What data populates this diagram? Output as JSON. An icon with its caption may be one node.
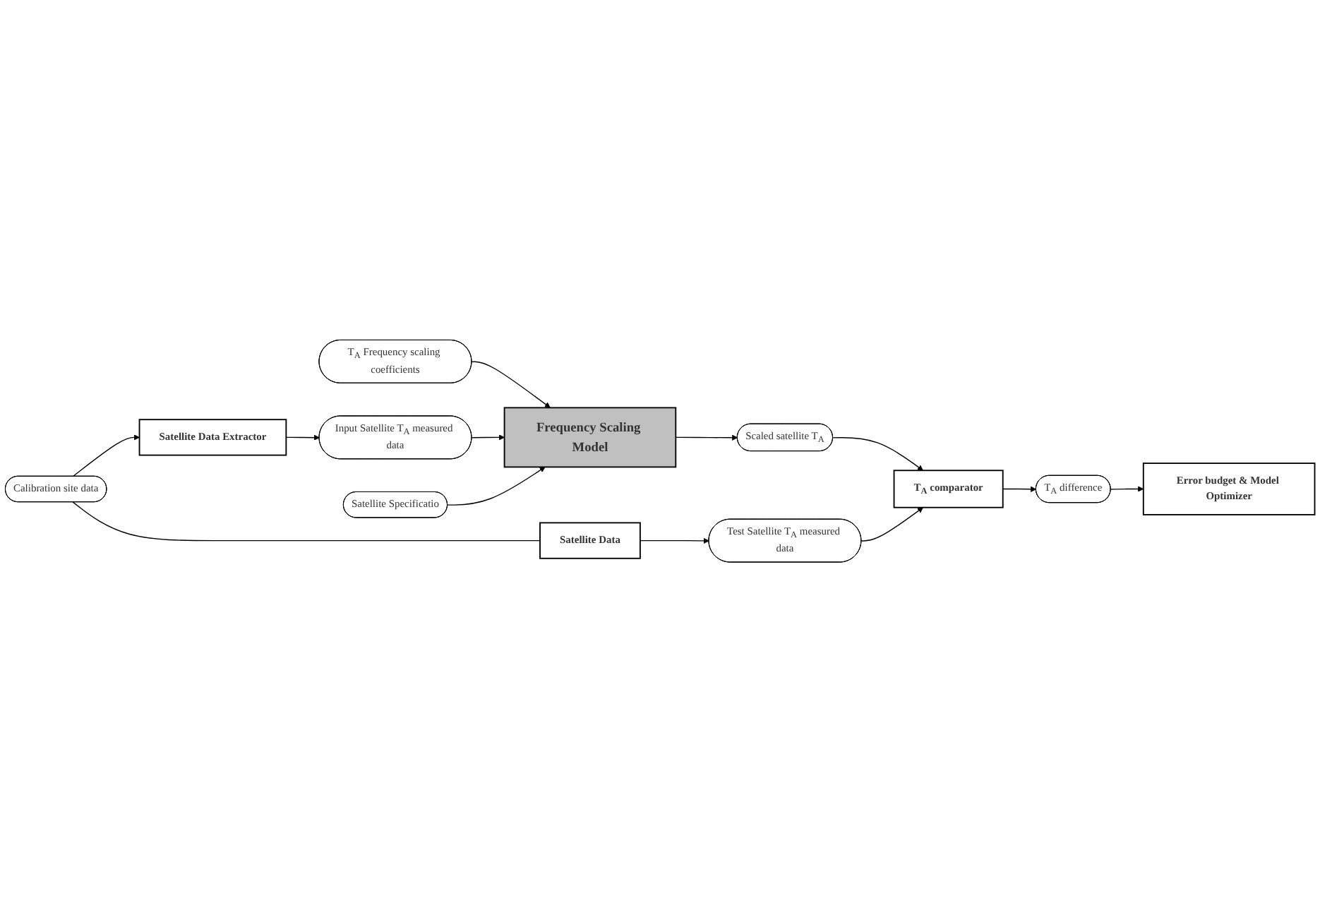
{
  "diagram": {
    "nodes": [
      {
        "text": [
          "Error budget & Model Optimizer"
        ]
      },
      {
        "text": [
          "T$_{A}$ Frequency scaling coefficients"
        ]
      },
      {
        "text": [
          "T$_{A}$ difference"
        ]
      },
      {
        "text": [
          "Input Satellite T$_{A}$ measured data"
        ]
      },
      {
        "text": [
          "Frequency Scaling Model"
        ]
      },
      {
        "text": [
          "Scaled satellite T$_{A}$"
        ]
      },
      {
        "text": [
          "T$_{A}$ comparator"
        ]
      },
      {
        "text": [
          "Satellite Data Extractor"
        ]
      },
      {
        "text": [
          "Satellite Specificatio"
        ]
      },
      {
        "text": [
          "Test Satellite T$_{A}$ measured data"
        ]
      },
      {
        "text": [
          "Calibration site data"
        ]
      },
      {
        "text": [
          "Satellite Data"
        ]
      }
    ],
    "edges": [
      {
        "from": 1,
        "to": 4,
        "arrow": "to"
      },
      {
        "from": 3,
        "to": 4,
        "arrow": "to"
      },
      {
        "from": 8,
        "to": 4,
        "arrow": "to"
      },
      {
        "from": 4,
        "to": 5,
        "arrow": "to"
      },
      {
        "from": 5,
        "to": 6,
        "arrow": "to"
      },
      {
        "from": 6,
        "to": 2,
        "arrow": "to"
      },
      {
        "from": 2,
        "to": 0,
        "arrow": "to"
      },
      {
        "from": 7,
        "to": 3,
        "arrow": "to"
      },
      {
        "from": 10,
        "to": 7,
        "arrow": "to"
      },
      {
        "from": 10,
        "to": 11,
        "arrow": "none"
      },
      {
        "from": 11,
        "to": 9,
        "arrow": "to"
      },
      {
        "from": 9,
        "to": 6,
        "arrow": "to"
      }
    ]
  }
}
